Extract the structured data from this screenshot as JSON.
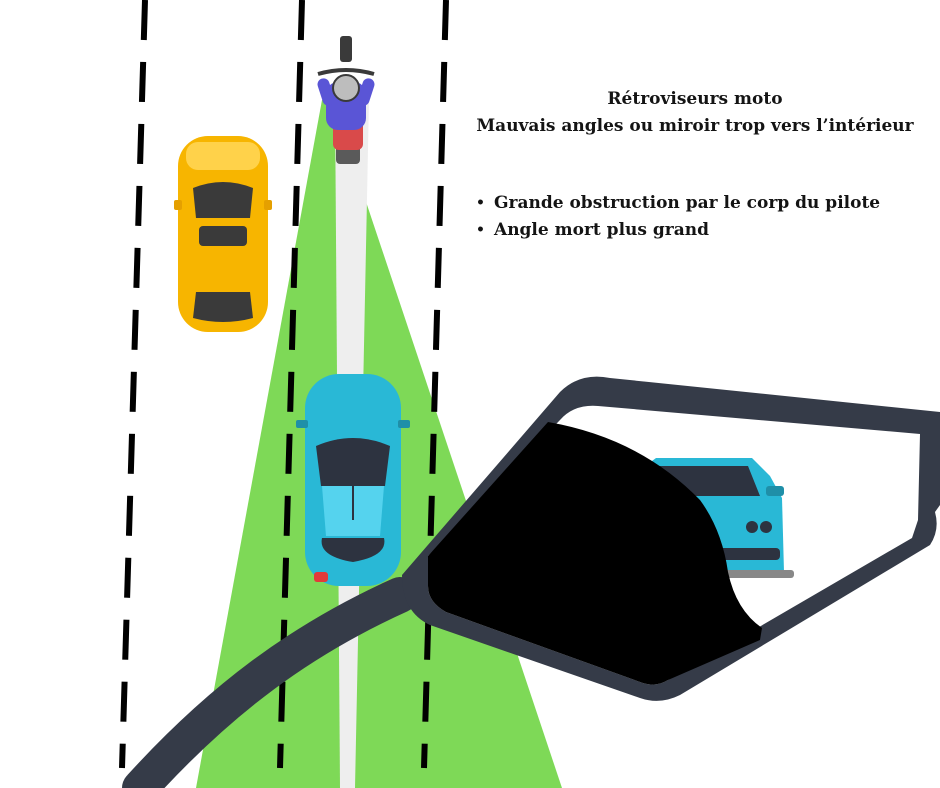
{
  "title": {
    "line1": "Rétroviseurs moto",
    "line2": "Mauvais angles ou miroir trop vers l’intérieur"
  },
  "bullets": [
    "Grande obstruction par le corp du pilote",
    "Angle mort plus grand"
  ],
  "colors": {
    "field_of_view": "#7ed957",
    "mirror_frame": "#353b48",
    "mirror_obstruction": "#000000",
    "lane_marking": "#000000",
    "rear_car": "#29b8d6",
    "side_car": "#f7b500",
    "rider_jacket": "#5a55d6",
    "motorcycle_body": "#d94a4a"
  },
  "icons": {
    "motorcycle": "motorcycle-rider-icon",
    "side_car": "taxi-car-icon",
    "rear_car": "blue-car-icon",
    "mirror_reflection": "blue-car-front-icon"
  }
}
